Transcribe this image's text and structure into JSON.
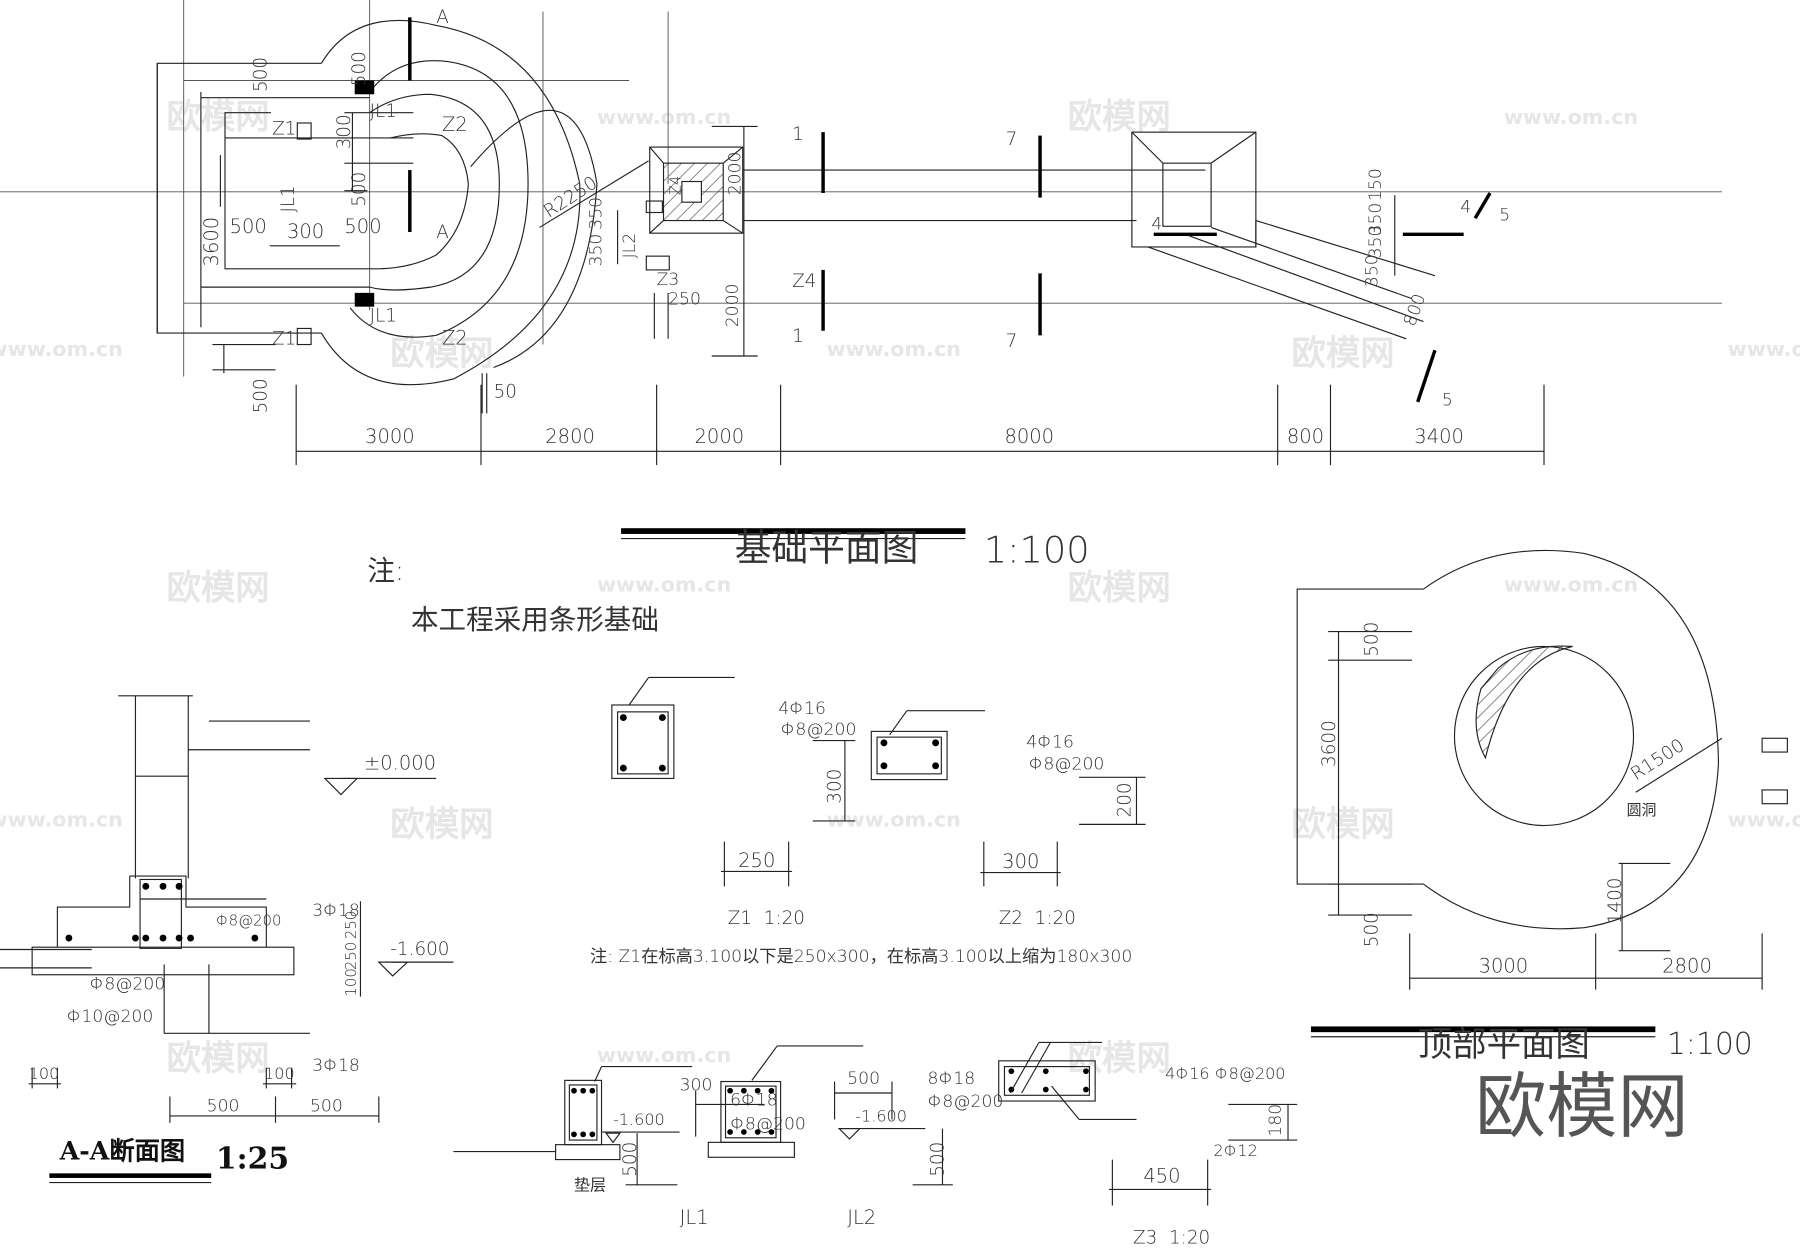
{
  "drawing": {
    "foundation_plan": {
      "title": "基础平面图",
      "scale": "1:100",
      "labels": {
        "section_a_top": "A",
        "section_a_bottom": "A",
        "jl1_top": "JL1",
        "jl1_mid": "JL1",
        "jl1_bottom": "JL1",
        "jl2": "JL2",
        "z1_top": "Z1",
        "z1_bottom": "Z1",
        "z2_top": "Z2",
        "z2_bottom": "Z2",
        "z3": "Z3",
        "z4": "Z4",
        "z4_box": "Z4",
        "radius": "R2250",
        "sec1_top": "1",
        "sec1_bottom": "1",
        "sec7_top": "7",
        "sec7_bottom": "7",
        "sec4_left": "4",
        "sec4_right": "4",
        "sec5_top": "5",
        "sec5_bottom": "5"
      },
      "dims": {
        "d500_top": "500",
        "d500_top2": "500",
        "d300_v": "300",
        "d500_v": "500",
        "d3600": "3600",
        "d500_h1": "500",
        "d300_h": "300",
        "d500_h2": "500",
        "d500_bottom": "500",
        "d50": "50",
        "d350_a": "350",
        "d350_b": "350",
        "d250": "250",
        "d2000_box": "2000",
        "d2000_v": "2000",
        "d150": "150",
        "d350_r1": "350",
        "d350_r2": "350",
        "d350_r3": "350",
        "d800_diag": "800"
      },
      "bottom_dims": [
        "3000",
        "2800",
        "2000",
        "8000",
        "800",
        "3400"
      ]
    },
    "note": {
      "heading": "注:",
      "text": "本工程采用条形基础"
    },
    "roof_plan": {
      "title": "顶部平面图",
      "scale": "1:100",
      "hole_label": "圆洞",
      "radius": "R1500",
      "dims": {
        "d500_top": "500",
        "d3600": "3600",
        "d500_bottom": "500",
        "d1400": "1400",
        "d3000": "3000",
        "d2800": "2800"
      }
    },
    "section_aa": {
      "title": "A-A断面图",
      "scale": "1:25",
      "elev_top": "±0.000",
      "elev_bottom": "-1.600",
      "rebar_top": "3Φ18",
      "rebar_bottom": "3Φ18",
      "stirrup": "Φ8@200",
      "slab_bar1": "Φ8@200",
      "slab_bar2": "Φ10@200",
      "vdims": [
        "250",
        "250",
        "100"
      ],
      "d100_left": "100",
      "d100_right": "100",
      "d500_left": "500",
      "d500_right": "500"
    },
    "column_z1": {
      "title": "Z1  1:20",
      "rebar": "4Φ16",
      "stirrup": "Φ8@200",
      "width": "250",
      "height": "300"
    },
    "column_z2": {
      "title": "Z2  1:20",
      "rebar": "4Φ16",
      "stirrup": "Φ8@200",
      "width": "300",
      "height": "200"
    },
    "column_note": "注: Z1在标高3.100以下是250x300，在标高3.100以上缩为180x300",
    "beam_jl1": {
      "title": "JL1",
      "elev": "-1.600",
      "width": "300",
      "height": "500",
      "pad": "垫层"
    },
    "beam_jl2": {
      "title": "JL2",
      "rebar": "6Φ18",
      "stirrup": "Φ8@200",
      "elev": "-1.600",
      "width": "500",
      "height": "500"
    },
    "column_z3": {
      "title": "Z3  1:20",
      "rebar_a": "8Φ18",
      "stirrup_a": "Φ8@200",
      "rebar_b": "4Φ16 Φ8@200",
      "rebar_c": "2Φ12",
      "width": "450",
      "height": "180"
    },
    "watermark": {
      "logo": "欧模网",
      "url": "www.om.cn"
    }
  }
}
